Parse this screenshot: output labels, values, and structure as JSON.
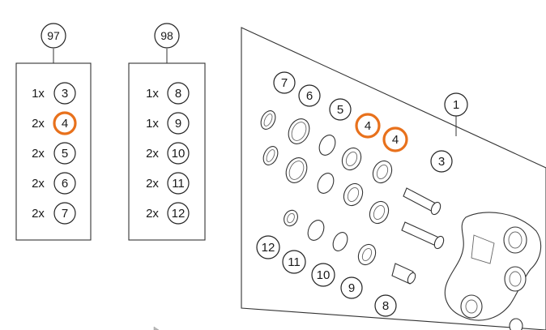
{
  "highlight_color": "#e8711c",
  "kits": [
    {
      "number": "97",
      "items": [
        {
          "qty": "1x",
          "part": "3",
          "highlighted": false
        },
        {
          "qty": "2x",
          "part": "4",
          "highlighted": true
        },
        {
          "qty": "2x",
          "part": "5",
          "highlighted": false
        },
        {
          "qty": "2x",
          "part": "6",
          "highlighted": false
        },
        {
          "qty": "2x",
          "part": "7",
          "highlighted": false
        }
      ]
    },
    {
      "number": "98",
      "items": [
        {
          "qty": "1x",
          "part": "8",
          "highlighted": false
        },
        {
          "qty": "1x",
          "part": "9",
          "highlighted": false
        },
        {
          "qty": "2x",
          "part": "10",
          "highlighted": false
        },
        {
          "qty": "2x",
          "part": "11",
          "highlighted": false
        },
        {
          "qty": "2x",
          "part": "12",
          "highlighted": false
        }
      ]
    }
  ],
  "callouts": {
    "c7": "7",
    "c6": "6",
    "c5": "5",
    "c4a": "4",
    "c4b": "4",
    "c1": "1",
    "c3": "3",
    "c12": "12",
    "c11": "11",
    "c10": "10",
    "c9": "9",
    "c8": "8"
  }
}
